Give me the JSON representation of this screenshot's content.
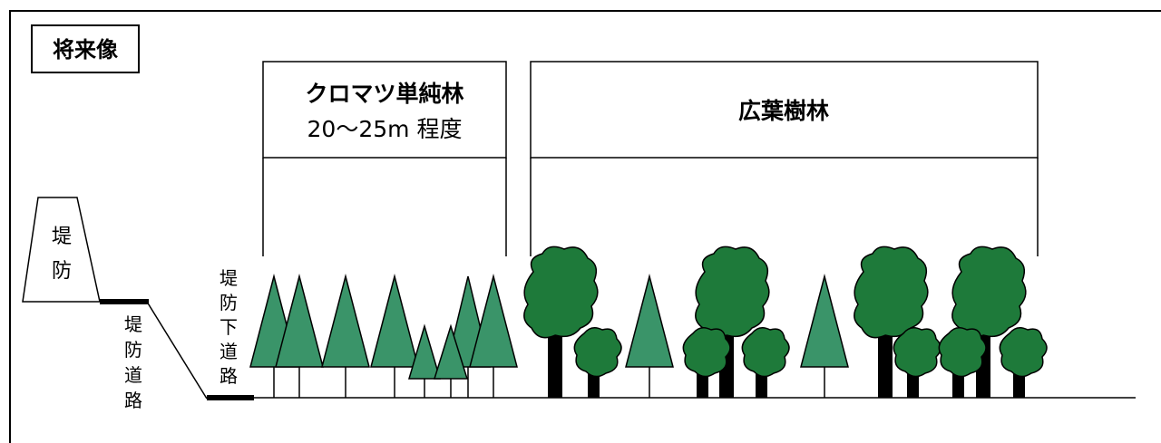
{
  "title": "将来像",
  "colors": {
    "conifer": "#3a9469",
    "broadleaf": "#1e7a3a",
    "trunk": "#000000",
    "line": "#000000"
  },
  "zones": {
    "pine": {
      "name": "クロマツ単純林",
      "height": "20～25m 程度"
    },
    "broadleaf": {
      "name": "広葉樹林"
    }
  },
  "labels": {
    "levee": [
      "堤",
      "防"
    ],
    "levee_road": [
      "堤",
      "防",
      "道",
      "路"
    ],
    "under_levee_road": [
      "堤",
      "防",
      "下",
      "道",
      "路"
    ]
  },
  "icons": {
    "conifer": "conifer-tree-icon",
    "broadleaf": "broadleaf-tree-icon"
  }
}
